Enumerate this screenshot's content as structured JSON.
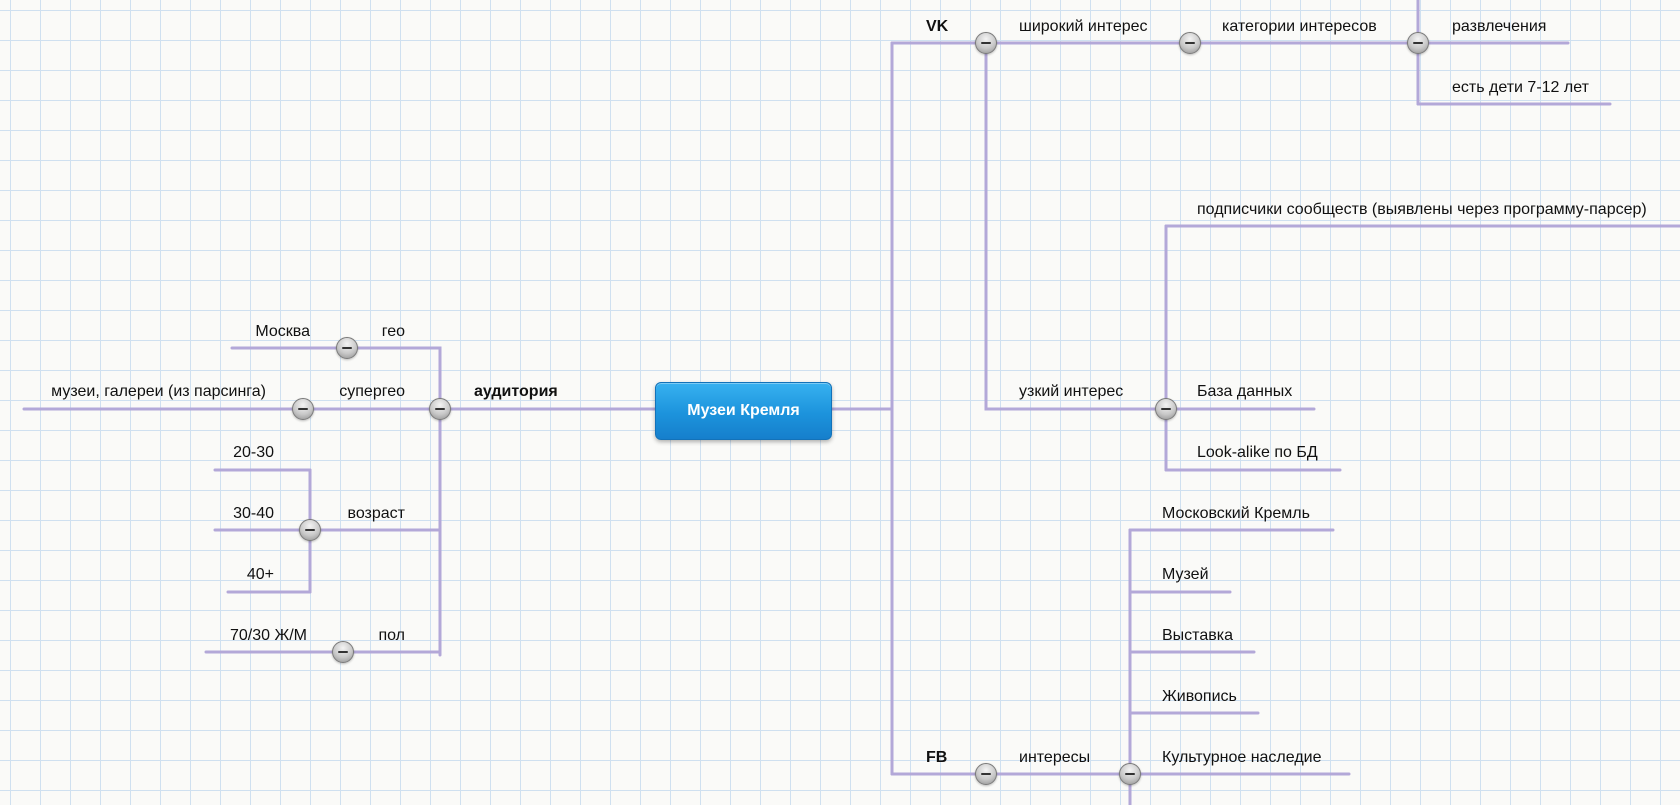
{
  "root": "Музеи Кремля",
  "audience": {
    "label": "аудитория",
    "geo": {
      "label": "гео",
      "items": [
        "Москва"
      ]
    },
    "supergeo": {
      "label": "супергео",
      "items": [
        "музеи, галереи (из парсинга)"
      ]
    },
    "age": {
      "label": "возраст",
      "items": [
        "20-30",
        "30-40",
        "40+"
      ]
    },
    "gender": {
      "label": "пол",
      "items": [
        "70/30 Ж/М"
      ]
    }
  },
  "vk": {
    "label": "VK",
    "broad": {
      "label": "широкий интерес",
      "categories": {
        "label": "категории интересов",
        "items": [
          "развлечения",
          "есть дети 7-12 лет"
        ]
      }
    },
    "narrow": {
      "label": "узкий интерес",
      "items": [
        "подписчики сообществ (выявлены через программу-парсер)",
        "База данных",
        "Look-alike по БД"
      ]
    }
  },
  "fb": {
    "label": "FB",
    "interests": {
      "label": "интересы",
      "items": [
        "Московский Кремль",
        "Музей",
        "Выставка",
        "Живопись",
        "Культурное наследие"
      ]
    }
  },
  "colors": {
    "edge": "#b3a8d8",
    "root_fill": "#1c93dc",
    "grid": "#cfe0f0"
  }
}
